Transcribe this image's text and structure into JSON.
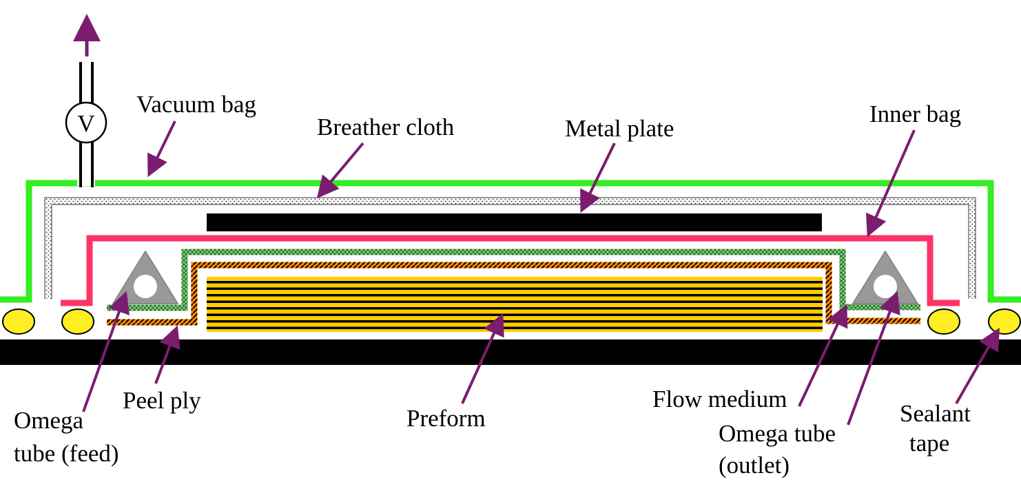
{
  "labels": {
    "vacuum_bag": "Vacuum bag",
    "breather_cloth": "Breather cloth",
    "metal_plate": "Metal plate",
    "inner_bag": "Inner bag",
    "peel_ply": "Peel ply",
    "preform": "Preform",
    "flow_medium": "Flow medium",
    "omega_feed_line1": "Omega",
    "omega_feed_line2": "tube (feed)",
    "omega_outlet_line1": "Omega tube",
    "omega_outlet_line2": "(outlet)",
    "sealant_line1": "Sealant",
    "sealant_line2": "tape",
    "valve": "V"
  },
  "colors": {
    "vacuum_bag": "#33ee22",
    "inner_bag": "#ff3366",
    "flow_medium": "#1f7a1f",
    "peel_ply": "#ff8800",
    "preform": "#ffcc00",
    "sealant": "#ffee22",
    "omega_tube": "#999999",
    "pointer": "#7b1d6e",
    "tool": "#000000"
  },
  "preform_layers": 8
}
